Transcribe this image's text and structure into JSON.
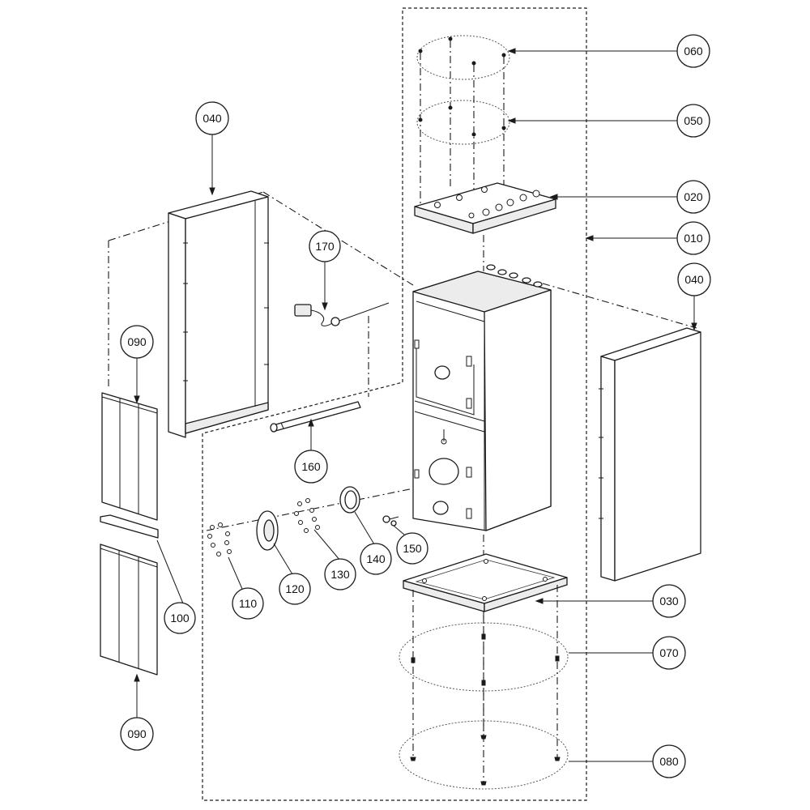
{
  "callouts": {
    "c010": "010",
    "c020": "020",
    "c030": "030",
    "c040_left": "040",
    "c040_right": "040",
    "c050": "050",
    "c060": "060",
    "c070": "070",
    "c080": "080",
    "c090_top": "090",
    "c090_bottom": "090",
    "c100": "100",
    "c110": "110",
    "c120": "120",
    "c130": "130",
    "c140": "140",
    "c150": "150",
    "c160": "160",
    "c170": "170"
  },
  "colors": {
    "line": "#1a1a1a",
    "background": "#ffffff"
  }
}
